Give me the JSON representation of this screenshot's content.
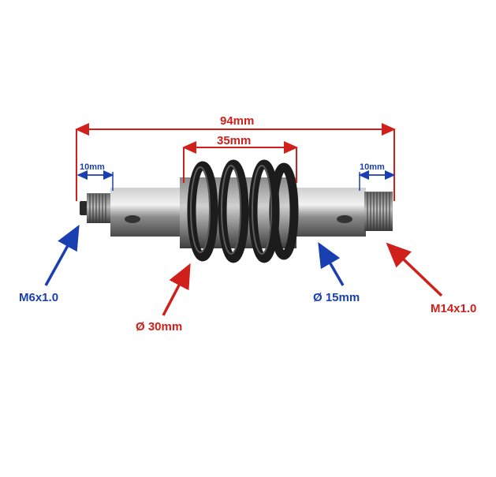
{
  "dimensions": {
    "overall_length": "94mm",
    "spring_length": "35mm",
    "left_thread_length": "10mm",
    "right_thread_length": "10mm"
  },
  "callouts": {
    "left_thread": "M6x1.0",
    "spring_diameter": "Ø 30mm",
    "shaft_diameter": "Ø 15mm",
    "right_thread": "M14x1.0"
  },
  "colors": {
    "red": "#d0201c",
    "blue": "#1a3fb0",
    "steel": "#9a9a9a",
    "spring": "#1c1c1c"
  }
}
